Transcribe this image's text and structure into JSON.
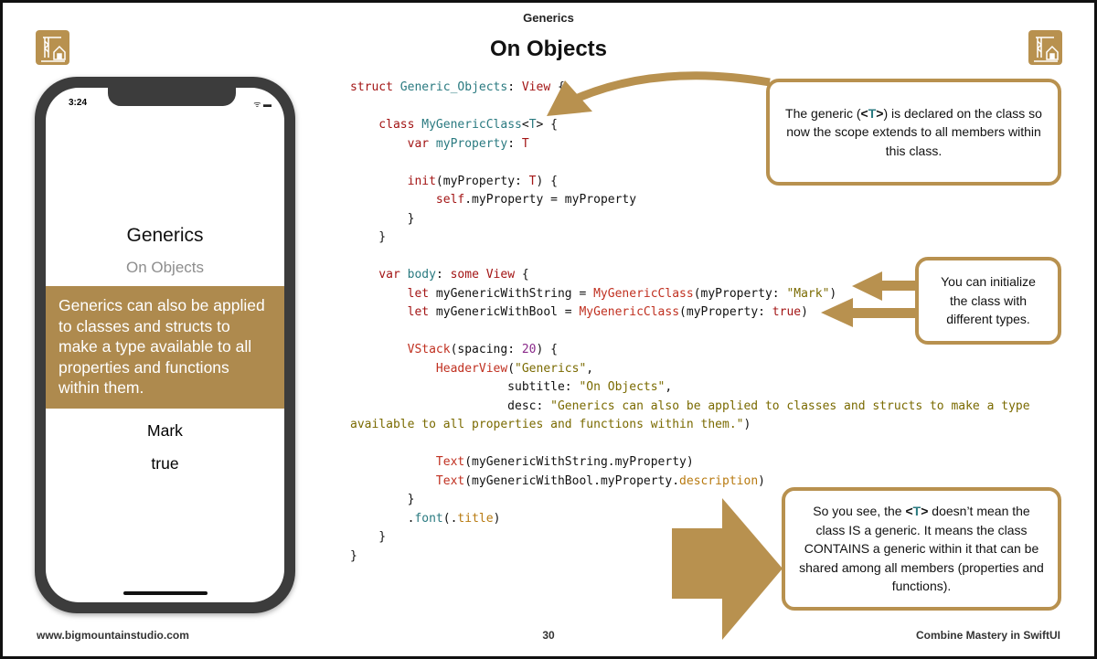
{
  "header": {
    "chapter": "Generics",
    "title": "On Objects"
  },
  "phone": {
    "time": "3:24",
    "title": "Generics",
    "subtitle": "On Objects",
    "desc": "Generics can also be applied to classes and structs to make a type available to all properties and functions within them.",
    "text1": "Mark",
    "text2": "true"
  },
  "code": [
    [
      [
        "struct ",
        "kw"
      ],
      [
        "Generic_Objects",
        "ty"
      ],
      [
        ": ",
        ""
      ],
      [
        "View",
        "kw"
      ],
      [
        " {",
        ""
      ]
    ],
    [],
    [
      [
        "    class ",
        "kw"
      ],
      [
        "MyGenericClass",
        "ty"
      ],
      [
        "<",
        ""
      ],
      [
        "T",
        "ty"
      ],
      [
        "> {",
        ""
      ]
    ],
    [
      [
        "        var ",
        "kw"
      ],
      [
        "myProperty",
        "ty"
      ],
      [
        ": ",
        ""
      ],
      [
        "T",
        "kw"
      ]
    ],
    [],
    [
      [
        "        init",
        "kw"
      ],
      [
        "(myProperty: ",
        ""
      ],
      [
        "T",
        "kw"
      ],
      [
        ") {",
        ""
      ]
    ],
    [
      [
        "            self",
        "kw"
      ],
      [
        ".myProperty = myProperty",
        ""
      ]
    ],
    [
      [
        "        }",
        ""
      ]
    ],
    [
      [
        "    }",
        ""
      ]
    ],
    [],
    [
      [
        "    var ",
        "kw"
      ],
      [
        "body",
        "ty"
      ],
      [
        ": ",
        ""
      ],
      [
        "some View",
        "kw"
      ],
      [
        " {",
        ""
      ]
    ],
    [
      [
        "        let ",
        "kw"
      ],
      [
        "myGenericWithString = ",
        ""
      ],
      [
        "MyGenericClass",
        "fn"
      ],
      [
        "(myProperty: ",
        ""
      ],
      [
        "\"Mark\"",
        "st"
      ],
      [
        ")",
        ""
      ]
    ],
    [
      [
        "        let ",
        "kw"
      ],
      [
        "myGenericWithBool = ",
        ""
      ],
      [
        "MyGenericClass",
        "fn"
      ],
      [
        "(myProperty: ",
        ""
      ],
      [
        "true",
        "kw"
      ],
      [
        ")",
        ""
      ]
    ],
    [],
    [
      [
        "        VStack",
        "fn"
      ],
      [
        "(spacing: ",
        ""
      ],
      [
        "20",
        "nm"
      ],
      [
        ") {",
        ""
      ]
    ],
    [
      [
        "            HeaderView",
        "fn"
      ],
      [
        "(",
        ""
      ],
      [
        "\"Generics\"",
        "st"
      ],
      [
        ",",
        ""
      ]
    ],
    [
      [
        "                      subtitle: ",
        ""
      ],
      [
        "\"On Objects\"",
        "st"
      ],
      [
        ",",
        ""
      ]
    ],
    [
      [
        "                      desc: ",
        ""
      ],
      [
        "\"Generics can also be applied to classes and structs to make a type",
        "st"
      ]
    ],
    [
      [
        "available to all properties and functions within them.\"",
        "st"
      ],
      [
        ")",
        ""
      ]
    ],
    [],
    [
      [
        "            Text",
        "fn"
      ],
      [
        "(myGenericWithString.myProperty)",
        ""
      ]
    ],
    [
      [
        "            Text",
        "fn"
      ],
      [
        "(myGenericWithBool.myProperty.",
        ""
      ],
      [
        "description",
        "pr"
      ],
      [
        ")",
        ""
      ]
    ],
    [
      [
        "        }",
        ""
      ]
    ],
    [
      [
        "        .",
        ""
      ],
      [
        "font",
        "ty"
      ],
      [
        "(.",
        ""
      ],
      [
        "title",
        "pr"
      ],
      [
        ")",
        ""
      ]
    ],
    [
      [
        "    }",
        ""
      ]
    ],
    [
      [
        "}",
        ""
      ]
    ]
  ],
  "callouts": {
    "c1": {
      "pre": "The generic (",
      "tag_open": "<",
      "tag": "T",
      "tag_close": ">",
      "post": ") is declared on the class so now the scope extends to all members within this class."
    },
    "c2": {
      "text": "You can initialize the class with different types."
    },
    "c3": {
      "pre": "So you see, the ",
      "tag_open": "<",
      "tag": "T",
      "tag_close": ">",
      "post": " doesn’t mean the class IS a generic. It means the class CONTAINS a generic within it that can be shared among all members (properties and functions)."
    }
  },
  "footer": {
    "website": "www.bigmountainstudio.com",
    "page": "30",
    "book": "Combine Mastery in SwiftUI"
  },
  "colors": {
    "accent": "#b8914f"
  }
}
